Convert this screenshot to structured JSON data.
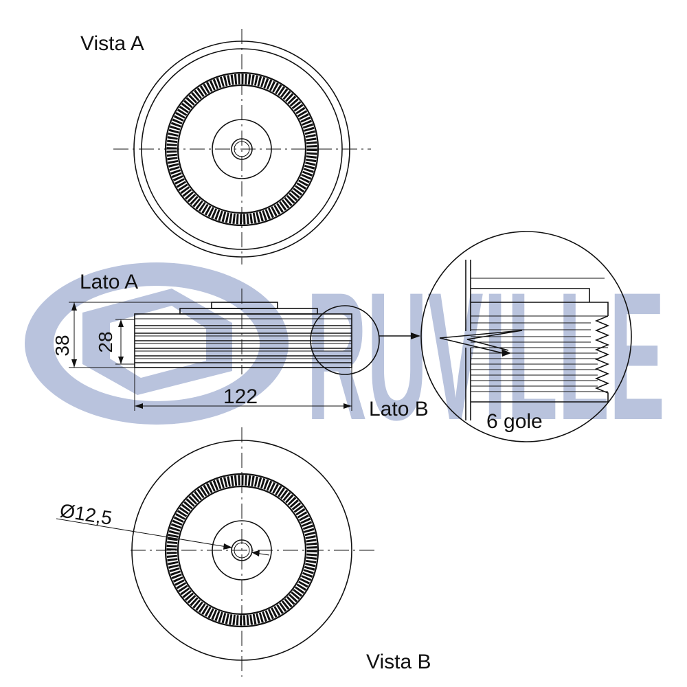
{
  "watermark": {
    "text": "RUVILLE",
    "color": "#b9c3dd"
  },
  "view_a": {
    "label": "Vista A"
  },
  "view_b": {
    "label": "Vista B",
    "bore_dimension": "Ø12,5"
  },
  "side_view": {
    "label_side_a": "Lato A",
    "label_side_b": "Lato B",
    "dim_height_total": "38",
    "dim_height_pulley": "28",
    "dim_diameter": "122"
  },
  "detail": {
    "grooves_label": "6 gole"
  },
  "colors": {
    "line": "#111111",
    "background": "#ffffff"
  }
}
